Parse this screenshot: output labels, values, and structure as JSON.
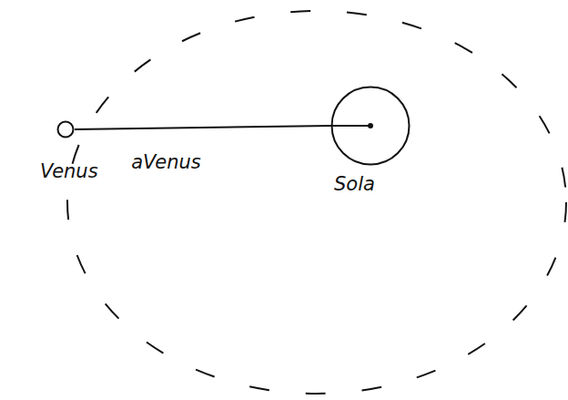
{
  "diagram": {
    "nodes": [
      {
        "text": [
          "Venus"
        ]
      },
      {
        "text": [
          "Sola"
        ]
      }
    ],
    "edges": [
      {
        "from": 0,
        "to": 1,
        "arrow": "none",
        "label": "aVenus"
      }
    ]
  }
}
